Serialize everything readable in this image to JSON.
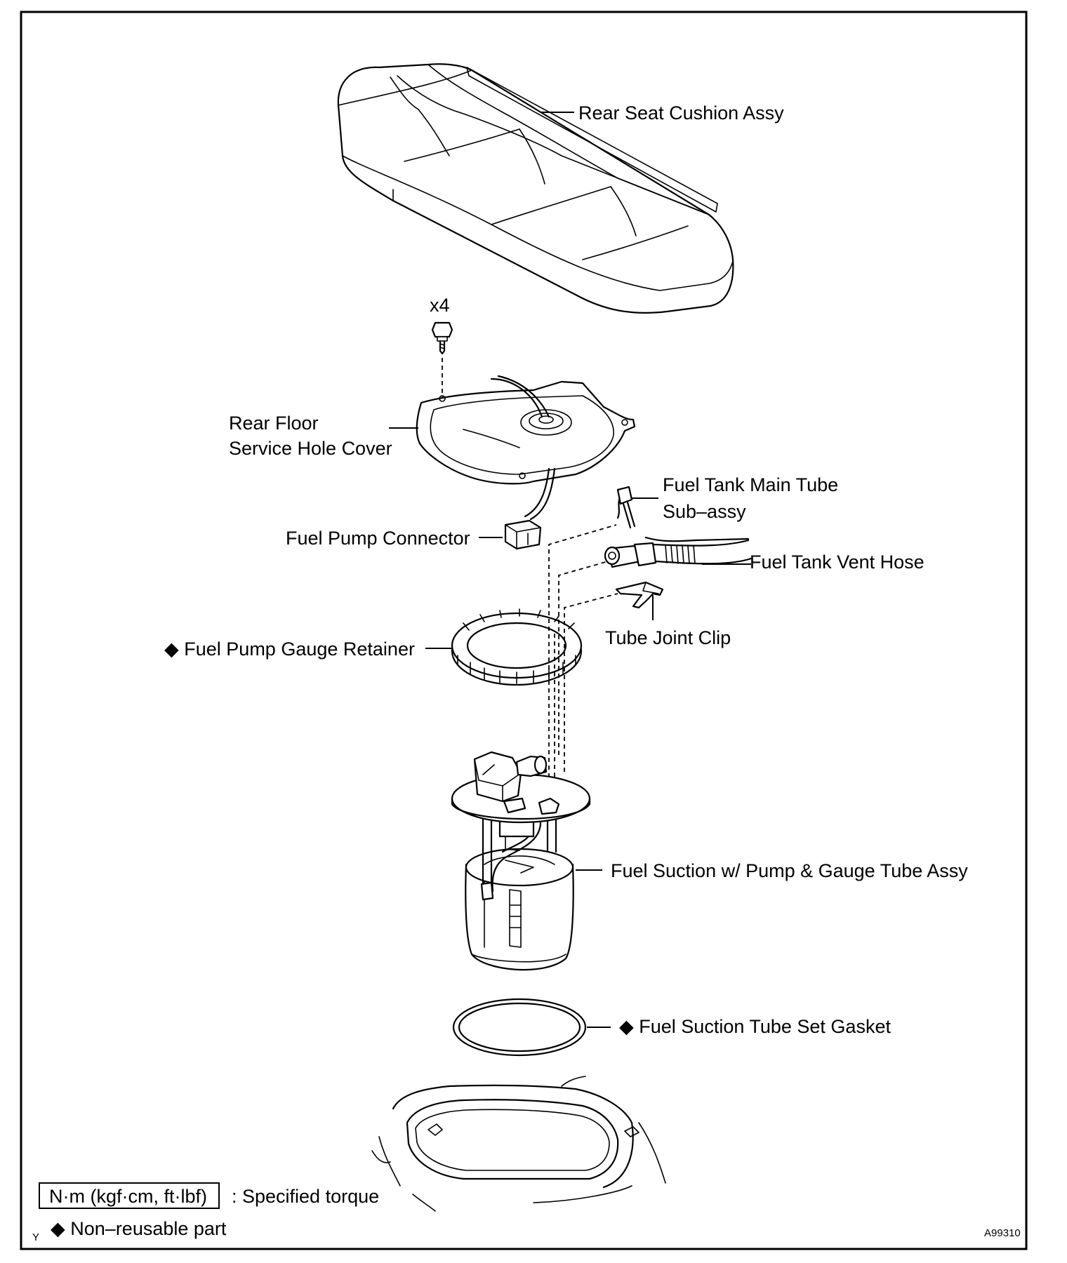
{
  "labels": {
    "rear_seat": "Rear Seat Cushion Assy",
    "quantity": "x4",
    "floor_cover_1": "Rear Floor",
    "floor_cover_2": "Service Hole Cover",
    "pump_connector": "Fuel Pump Connector",
    "main_tube_1": "Fuel Tank Main Tube",
    "main_tube_2": "Sub–assy",
    "vent_hose": "Fuel Tank Vent Hose",
    "joint_clip": "Tube Joint Clip",
    "retainer": "◆ Fuel Pump Gauge Retainer",
    "pump_assy": "Fuel Suction w/ Pump & Gauge Tube Assy",
    "gasket": "◆ Fuel Suction Tube Set Gasket"
  },
  "legend": {
    "torque_box": "N·m (kgf·cm, ft·lbf)",
    "torque_text": ": Specified torque",
    "nonreusable": "◆ Non–reusable part",
    "corner_mark": "Y"
  },
  "figure_code": "A99310"
}
